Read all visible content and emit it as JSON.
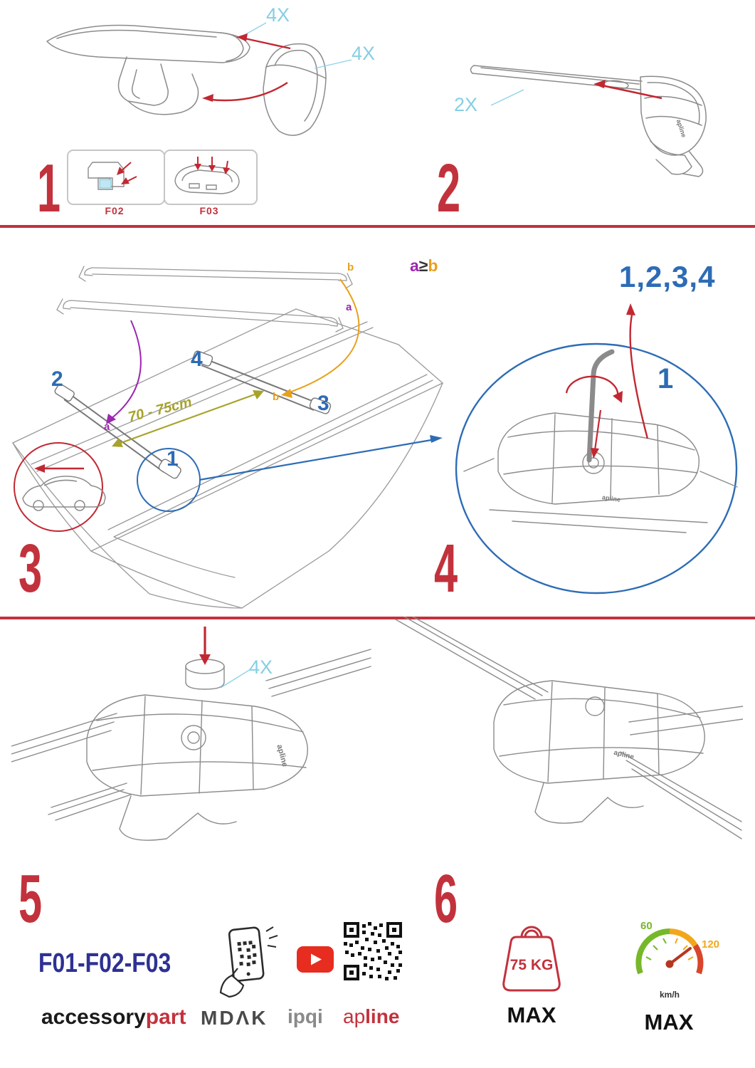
{
  "colors": {
    "step_red": "#c2323c",
    "arrow_red": "#c22832",
    "cyan": "#85cfe4",
    "blue": "#2d6cb5",
    "purple": "#9c27b0",
    "orange": "#e8a11c",
    "olive": "#a6a32b",
    "navy": "#2e3192",
    "line_gray": "#8b8b8b"
  },
  "step1": {
    "number": "1",
    "cap_qty_top": "4X",
    "cap_qty_right": "4X",
    "inset_left_label": "F02",
    "inset_right_label": "F03"
  },
  "step2": {
    "number": "2",
    "bar_qty": "2X"
  },
  "step3": {
    "number": "3",
    "bar_label_b": "b",
    "bar_label_a": "a",
    "formula_a": "a",
    "formula_op": "≥",
    "formula_b": "b",
    "positions": [
      "1",
      "2",
      "3",
      "4"
    ],
    "roof_label_a": "a",
    "roof_label_b": "b",
    "distance": "70 - 75cm"
  },
  "step4": {
    "number": "4",
    "sequence": "1,2,3,4",
    "step_one": "1"
  },
  "step5": {
    "number": "5",
    "knob_qty": "4X"
  },
  "step6": {
    "number": "6"
  },
  "product": {
    "logo": "apline"
  },
  "footer": {
    "models": "F01-F02-F03",
    "brand_accessory": "accessory",
    "brand_part": "part",
    "brand_mdak": "MDΛK",
    "brand_ipqi": "ipqi",
    "brand_apline_prefix": "ap",
    "brand_apline_suffix": "line",
    "weight_value": "75 KG",
    "weight_max": "MAX",
    "speed_low": "60",
    "speed_high": "120",
    "speed_unit": "km/h",
    "speed_max": "MAX"
  }
}
